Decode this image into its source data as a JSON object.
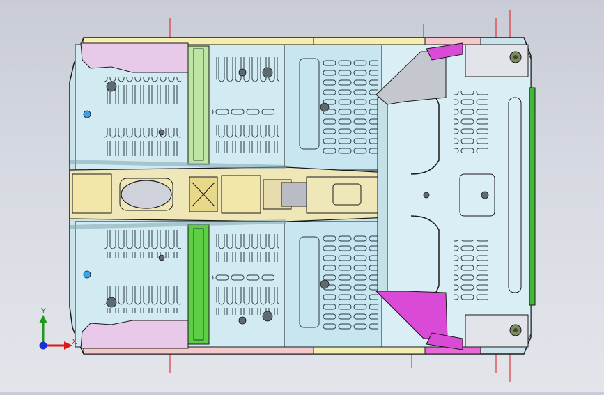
{
  "viewport": {
    "background": "#d4d7de",
    "model": "car-floor-underbody-assembly",
    "colors": {
      "floor_panel": "#cfe8ef",
      "rear_floor": "#d9eef5",
      "tunnel": "#efe7b8",
      "crossmember_green": "#5ccf45",
      "bracket_magenta": "#d94ad6",
      "rail_yellow": "#f4eeb0",
      "rail_pink": "#f3c9cc",
      "rear_strip_green": "#42b83b",
      "outline": "#1a1a1a",
      "reference_line": "#d9161c"
    }
  },
  "triad": {
    "x_label": "X",
    "y_label": "Y",
    "x_color": "#e0161b",
    "y_color": "#1d9a1d",
    "z_color": "#1a2fd6"
  }
}
